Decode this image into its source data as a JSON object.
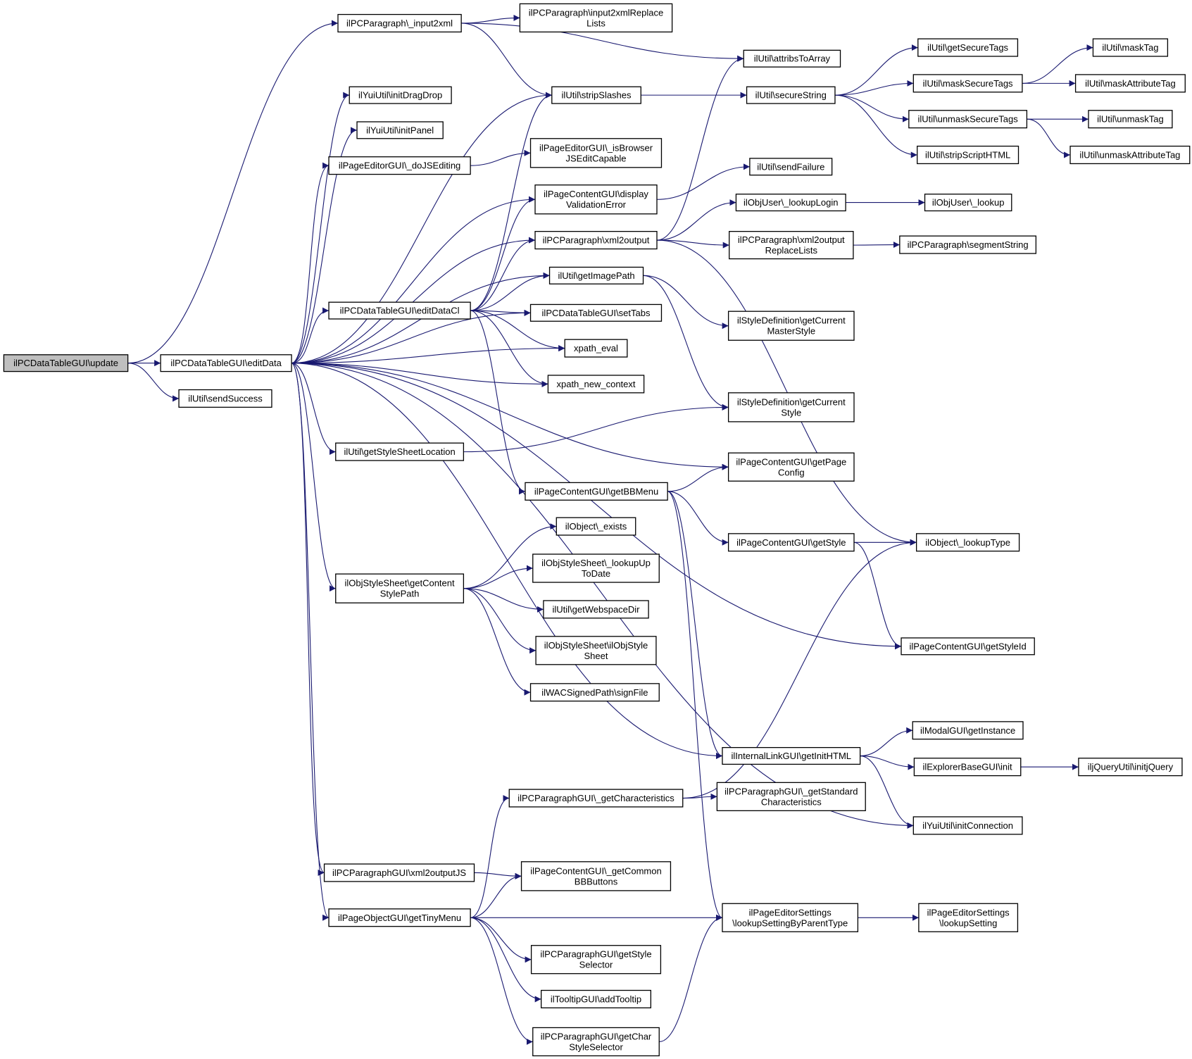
{
  "diagram": {
    "type": "call-graph",
    "colors": {
      "edge": "#191970",
      "root_fill": "#bfbfbf",
      "node_fill": "#ffffff",
      "node_border": "#000000"
    },
    "nodes": [
      {
        "id": "update",
        "lines": [
          "ilPCDataTableGUI\\update"
        ],
        "root": true
      },
      {
        "id": "editData",
        "lines": [
          "ilPCDataTableGUI\\editData"
        ]
      },
      {
        "id": "sendSuccess",
        "lines": [
          "ilUtil\\sendSuccess"
        ]
      },
      {
        "id": "input2xml",
        "lines": [
          "ilPCParagraph\\_input2xml"
        ]
      },
      {
        "id": "input2xmlRL",
        "lines": [
          "ilPCParagraph\\input2xmlReplace",
          "Lists"
        ]
      },
      {
        "id": "attribsToArray",
        "lines": [
          "ilUtil\\attribsToArray"
        ]
      },
      {
        "id": "stripSlashes",
        "lines": [
          "ilUtil\\stripSlashes"
        ]
      },
      {
        "id": "initDragDrop",
        "lines": [
          "ilYuiUtil\\initDragDrop"
        ]
      },
      {
        "id": "initPanel",
        "lines": [
          "ilYuiUtil\\initPanel"
        ]
      },
      {
        "id": "doJSEditing",
        "lines": [
          "ilPageEditorGUI\\_doJSEditing"
        ]
      },
      {
        "id": "isBrowserJS",
        "lines": [
          "ilPageEditorGUI\\_isBrowser",
          "JSEditCapable"
        ]
      },
      {
        "id": "displayValErr",
        "lines": [
          "ilPageContentGUI\\display",
          "ValidationError"
        ]
      },
      {
        "id": "xml2output",
        "lines": [
          "ilPCParagraph\\xml2output"
        ]
      },
      {
        "id": "getImagePath",
        "lines": [
          "ilUtil\\getImagePath"
        ]
      },
      {
        "id": "editDataCl",
        "lines": [
          "ilPCDataTableGUI\\editDataCl"
        ]
      },
      {
        "id": "setTabs",
        "lines": [
          "ilPCDataTableGUI\\setTabs"
        ]
      },
      {
        "id": "xpath_eval",
        "lines": [
          "xpath_eval"
        ]
      },
      {
        "id": "xpath_new_context",
        "lines": [
          "xpath_new_context"
        ]
      },
      {
        "id": "getStyleSheetLocation",
        "lines": [
          "ilUtil\\getStyleSheetLocation"
        ]
      },
      {
        "id": "getBBMenu",
        "lines": [
          "ilPageContentGUI\\getBBMenu"
        ]
      },
      {
        "id": "objExists",
        "lines": [
          "ilObject\\_exists"
        ]
      },
      {
        "id": "getContentStylePath",
        "lines": [
          "ilObjStyleSheet\\getContent",
          "StylePath"
        ]
      },
      {
        "id": "lookupUpToDate",
        "lines": [
          "ilObjStyleSheet\\_lookupUp",
          "ToDate"
        ]
      },
      {
        "id": "getWebspaceDir",
        "lines": [
          "ilUtil\\getWebspaceDir"
        ]
      },
      {
        "id": "ilObjStyleSheet",
        "lines": [
          "ilObjStyleSheet\\ilObjStyle",
          "Sheet"
        ]
      },
      {
        "id": "signFile",
        "lines": [
          "ilWACSignedPath\\signFile"
        ]
      },
      {
        "id": "getCharacteristics",
        "lines": [
          "ilPCParagraphGUI\\_getCharacteristics"
        ]
      },
      {
        "id": "xml2outputJS",
        "lines": [
          "ilPCParagraphGUI\\xml2outputJS"
        ]
      },
      {
        "id": "getCommonBB",
        "lines": [
          "ilPageContentGUI\\_getCommon",
          "BBButtons"
        ]
      },
      {
        "id": "getTinyMenu",
        "lines": [
          "ilPageObjectGUI\\getTinyMenu"
        ]
      },
      {
        "id": "getStyleSelector",
        "lines": [
          "ilPCParagraphGUI\\getStyle",
          "Selector"
        ]
      },
      {
        "id": "addTooltip",
        "lines": [
          "ilTooltipGUI\\addTooltip"
        ]
      },
      {
        "id": "getCharStyleSelector",
        "lines": [
          "ilPCParagraphGUI\\getChar",
          "StyleSelector"
        ]
      },
      {
        "id": "secureString",
        "lines": [
          "ilUtil\\secureString"
        ]
      },
      {
        "id": "sendFailure",
        "lines": [
          "ilUtil\\sendFailure"
        ]
      },
      {
        "id": "lookupLogin",
        "lines": [
          "ilObjUser\\_lookupLogin"
        ]
      },
      {
        "id": "xml2outputRL",
        "lines": [
          "ilPCParagraph\\xml2output",
          "ReplaceLists"
        ]
      },
      {
        "id": "getCurrentMasterStyle",
        "lines": [
          "ilStyleDefinition\\getCurrent",
          "MasterStyle"
        ]
      },
      {
        "id": "getCurrentStyle",
        "lines": [
          "ilStyleDefinition\\getCurrent",
          "Style"
        ]
      },
      {
        "id": "getPageConfig",
        "lines": [
          "ilPageContentGUI\\getPage",
          "Config"
        ]
      },
      {
        "id": "getStyle",
        "lines": [
          "ilPageContentGUI\\getStyle"
        ]
      },
      {
        "id": "getInitHTML",
        "lines": [
          "ilInternalLinkGUI\\getInitHTML"
        ]
      },
      {
        "id": "getStandardChar",
        "lines": [
          "ilPCParagraphGUI\\_getStandard",
          "Characteristics"
        ]
      },
      {
        "id": "lookupSettingByParent",
        "lines": [
          "ilPageEditorSettings",
          "\\lookupSettingByParentType"
        ]
      },
      {
        "id": "getSecureTags",
        "lines": [
          "ilUtil\\getSecureTags"
        ]
      },
      {
        "id": "maskSecureTags",
        "lines": [
          "ilUtil\\maskSecureTags"
        ]
      },
      {
        "id": "unmaskSecureTags",
        "lines": [
          "ilUtil\\unmaskSecureTags"
        ]
      },
      {
        "id": "stripScriptHTML",
        "lines": [
          "ilUtil\\stripScriptHTML"
        ]
      },
      {
        "id": "userLookup",
        "lines": [
          "ilObjUser\\_lookup"
        ]
      },
      {
        "id": "segmentString",
        "lines": [
          "ilPCParagraph\\segmentString"
        ]
      },
      {
        "id": "lookupType",
        "lines": [
          "ilObject\\_lookupType"
        ]
      },
      {
        "id": "getStyleId",
        "lines": [
          "ilPageContentGUI\\getStyleId"
        ]
      },
      {
        "id": "getInstance",
        "lines": [
          "ilModalGUI\\getInstance"
        ]
      },
      {
        "id": "explorerInit",
        "lines": [
          "ilExplorerBaseGUI\\init"
        ]
      },
      {
        "id": "initConnection",
        "lines": [
          "ilYuiUtil\\initConnection"
        ]
      },
      {
        "id": "lookupSetting",
        "lines": [
          "ilPageEditorSettings",
          "\\lookupSetting"
        ]
      },
      {
        "id": "maskTag",
        "lines": [
          "ilUtil\\maskTag"
        ]
      },
      {
        "id": "maskAttributeTag",
        "lines": [
          "ilUtil\\maskAttributeTag"
        ]
      },
      {
        "id": "unmaskTag",
        "lines": [
          "ilUtil\\unmaskTag"
        ]
      },
      {
        "id": "unmaskAttributeTag",
        "lines": [
          "ilUtil\\unmaskAttributeTag"
        ]
      },
      {
        "id": "initjQuery",
        "lines": [
          "iljQueryUtil\\initjQuery"
        ]
      }
    ],
    "edges": [
      [
        "update",
        "editData"
      ],
      [
        "update",
        "sendSuccess"
      ],
      [
        "update",
        "input2xml"
      ],
      [
        "editData",
        "stripSlashes"
      ],
      [
        "editData",
        "initDragDrop"
      ],
      [
        "editData",
        "initPanel"
      ],
      [
        "editData",
        "doJSEditing"
      ],
      [
        "editData",
        "displayValErr"
      ],
      [
        "editData",
        "xml2output"
      ],
      [
        "editData",
        "getImagePath"
      ],
      [
        "editData",
        "editDataCl"
      ],
      [
        "editData",
        "setTabs"
      ],
      [
        "editData",
        "xpath_eval"
      ],
      [
        "editData",
        "xpath_new_context"
      ],
      [
        "editData",
        "getStyleSheetLocation"
      ],
      [
        "editData",
        "getPageConfig"
      ],
      [
        "editData",
        "getContentStylePath"
      ],
      [
        "editData",
        "getStyleId"
      ],
      [
        "editData",
        "getInitHTML"
      ],
      [
        "editData",
        "initConnection"
      ],
      [
        "editData",
        "xml2outputJS"
      ],
      [
        "editData",
        "getTinyMenu"
      ],
      [
        "input2xml",
        "input2xmlRL"
      ],
      [
        "input2xml",
        "attribsToArray"
      ],
      [
        "input2xml",
        "stripSlashes"
      ],
      [
        "doJSEditing",
        "isBrowserJS"
      ],
      [
        "displayValErr",
        "sendFailure"
      ],
      [
        "xml2output",
        "lookupLogin"
      ],
      [
        "xml2output",
        "xml2outputRL"
      ],
      [
        "xml2output",
        "attribsToArray"
      ],
      [
        "xml2output",
        "lookupType"
      ],
      [
        "getImagePath",
        "getCurrentMasterStyle"
      ],
      [
        "getImagePath",
        "getCurrentStyle"
      ],
      [
        "editDataCl",
        "stripSlashes"
      ],
      [
        "editDataCl",
        "displayValErr"
      ],
      [
        "editDataCl",
        "xml2output"
      ],
      [
        "editDataCl",
        "getImagePath"
      ],
      [
        "editDataCl",
        "setTabs"
      ],
      [
        "editDataCl",
        "xpath_eval"
      ],
      [
        "editDataCl",
        "xpath_new_context"
      ],
      [
        "editDataCl",
        "getBBMenu"
      ],
      [
        "getStyleSheetLocation",
        "getCurrentStyle"
      ],
      [
        "getBBMenu",
        "getPageConfig"
      ],
      [
        "getBBMenu",
        "getStyle"
      ],
      [
        "getBBMenu",
        "getInitHTML"
      ],
      [
        "getBBMenu",
        "lookupSettingByParent"
      ],
      [
        "getContentStylePath",
        "objExists"
      ],
      [
        "getContentStylePath",
        "lookupUpToDate"
      ],
      [
        "getContentStylePath",
        "getWebspaceDir"
      ],
      [
        "getContentStylePath",
        "ilObjStyleSheet"
      ],
      [
        "getContentStylePath",
        "signFile"
      ],
      [
        "getCharacteristics",
        "getStandardChar"
      ],
      [
        "getCharacteristics",
        "lookupType"
      ],
      [
        "xml2outputJS",
        "getCommonBB"
      ],
      [
        "getTinyMenu",
        "getCharacteristics"
      ],
      [
        "getTinyMenu",
        "getCommonBB"
      ],
      [
        "getTinyMenu",
        "lookupSettingByParent"
      ],
      [
        "getTinyMenu",
        "getStyleSelector"
      ],
      [
        "getTinyMenu",
        "addTooltip"
      ],
      [
        "getTinyMenu",
        "getCharStyleSelector"
      ],
      [
        "getCharStyleSelector",
        "lookupSettingByParent"
      ],
      [
        "stripSlashes",
        "secureString"
      ],
      [
        "secureString",
        "getSecureTags"
      ],
      [
        "secureString",
        "maskSecureTags"
      ],
      [
        "secureString",
        "unmaskSecureTags"
      ],
      [
        "secureString",
        "stripScriptHTML"
      ],
      [
        "maskSecureTags",
        "maskTag"
      ],
      [
        "maskSecureTags",
        "maskAttributeTag"
      ],
      [
        "unmaskSecureTags",
        "unmaskTag"
      ],
      [
        "unmaskSecureTags",
        "unmaskAttributeTag"
      ],
      [
        "lookupLogin",
        "userLookup"
      ],
      [
        "xml2outputRL",
        "segmentString"
      ],
      [
        "getStyle",
        "lookupType"
      ],
      [
        "getStyle",
        "getStyleId"
      ],
      [
        "getInitHTML",
        "getInstance"
      ],
      [
        "getInitHTML",
        "explorerInit"
      ],
      [
        "getInitHTML",
        "initConnection"
      ],
      [
        "explorerInit",
        "initjQuery"
      ],
      [
        "lookupSettingByParent",
        "lookupSetting"
      ]
    ]
  }
}
